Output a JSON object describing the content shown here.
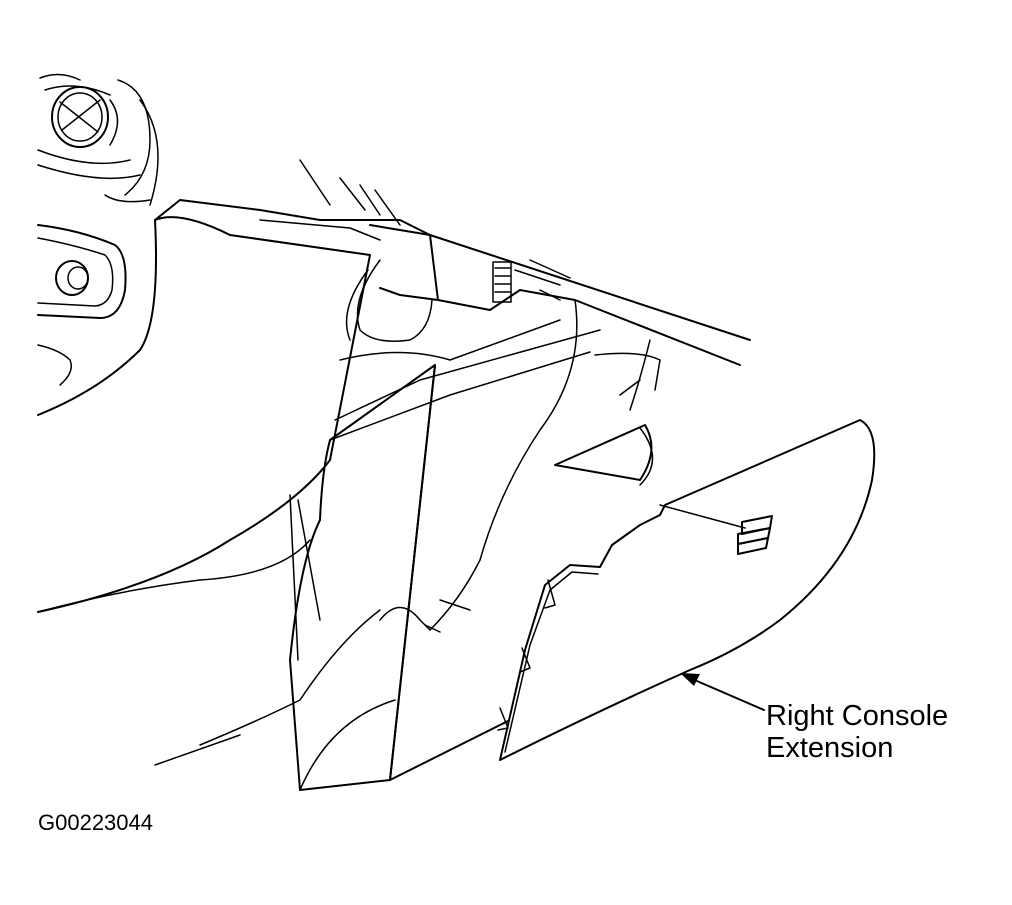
{
  "callout": {
    "line1": "Right Console",
    "line2": "Extension"
  },
  "figure_id": "G00223044"
}
